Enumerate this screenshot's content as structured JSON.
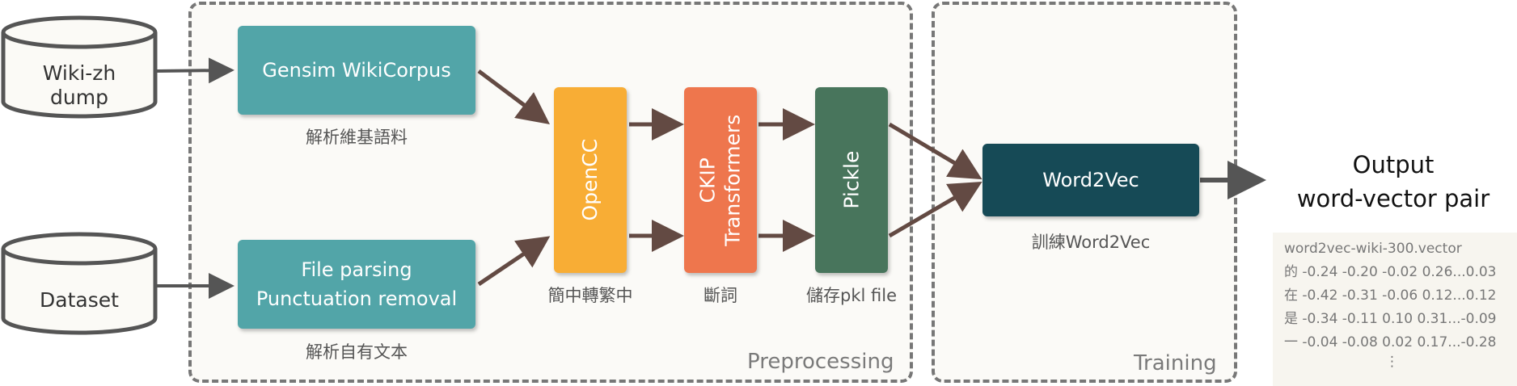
{
  "inputs": {
    "wiki": {
      "line1": "Wiki-zh",
      "line2": "dump"
    },
    "dataset": {
      "label": "Dataset"
    }
  },
  "panels": {
    "preprocessing": "Preprocessing",
    "training": "Training"
  },
  "nodes": {
    "gensim": {
      "label": "Gensim WikiCorpus",
      "caption": "解析維基語料"
    },
    "file_parsing": {
      "line1": "File parsing",
      "line2": "Punctuation removal",
      "caption": "解析自有文本"
    },
    "opencc": {
      "label": "OpenCC",
      "caption": "簡中轉繁中"
    },
    "ckip": {
      "line1": "CKIP",
      "line2": "Transformers",
      "caption": "斷詞"
    },
    "pickle": {
      "label": "Pickle",
      "caption": "儲存pkl file"
    },
    "word2vec": {
      "label": "Word2Vec",
      "caption": "訓練Word2Vec"
    }
  },
  "output": {
    "line1": "Output",
    "line2": "word-vector pair",
    "file_name": "word2vec-wiki-300.vector",
    "rows": [
      "的 -0.24 -0.20 -0.02 0.26...0.03",
      "在 -0.42 -0.31 -0.06 0.12...0.12",
      "是 -0.34 -0.11 0.10 0.31...-0.09",
      "一 -0.04 -0.08 0.02 0.17...-0.28"
    ],
    "ellipsis": "⋮"
  },
  "colors": {
    "teal": "#52a5a8",
    "orange_yellow": "#f8ad35",
    "orange": "#ee764d",
    "green": "#48755c",
    "dark_teal": "#164a56",
    "arrow": "#634a43"
  }
}
